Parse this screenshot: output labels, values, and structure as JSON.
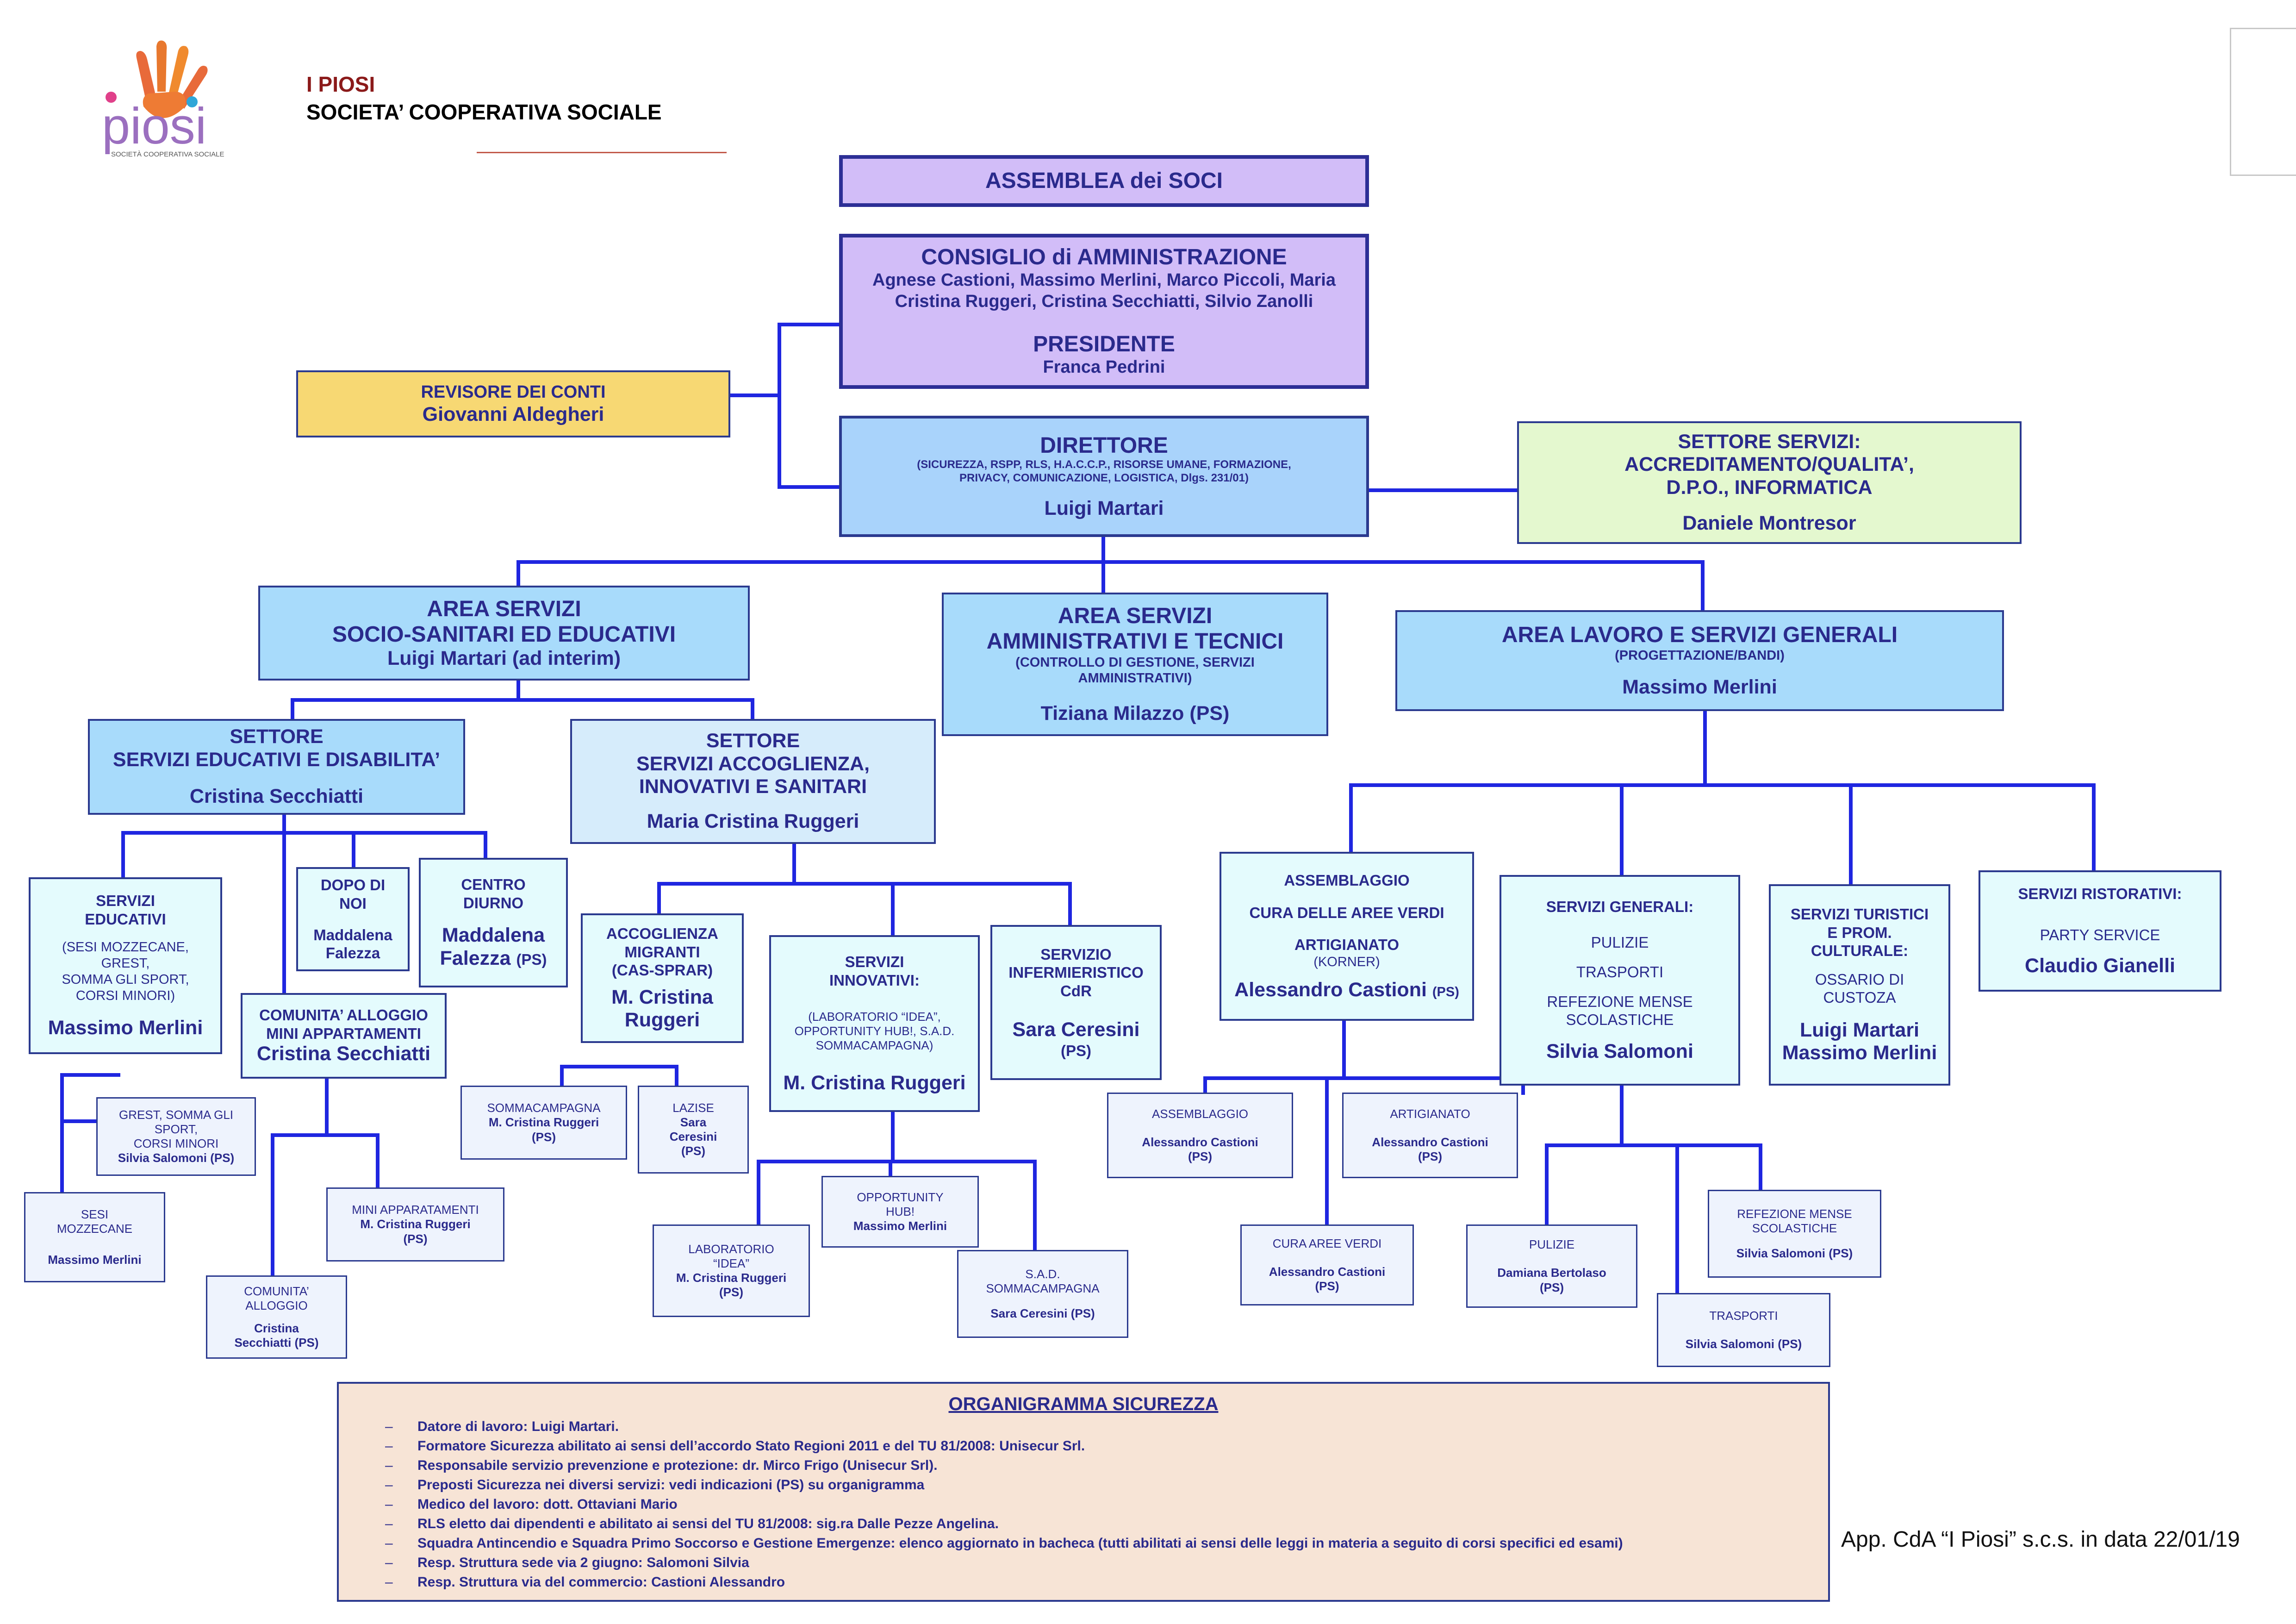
{
  "header": {
    "org_name": "I PIOSI",
    "org_type": "SOCIETA’ COOPERATIVA SOCIALE",
    "logo_text": "piosi",
    "logo_subtext": "SOCIETÀ COOPERATIVA SOCIALE"
  },
  "assemblea": {
    "title": "ASSEMBLEA dei SOCI"
  },
  "consiglio": {
    "title": "CONSIGLIO di AMMINISTRAZIONE",
    "members_line1": "Agnese Castioni, Massimo Merlini, Marco Piccoli, Maria",
    "members_line2": "Cristina Ruggeri, Cristina Secchiatti, Silvio Zanolli",
    "president_title": "PRESIDENTE",
    "president_name": "Franca Pedrini"
  },
  "revisore": {
    "title": "REVISORE DEI CONTI",
    "name": "Giovanni Aldegheri"
  },
  "direttore": {
    "title": "DIRETTORE",
    "scope_line1": "(SICUREZZA, RSPP, RLS, H.A.C.C.P., RISORSE UMANE, FORMAZIONE,",
    "scope_line2": "PRIVACY, COMUNICAZIONE, LOGISTICA, Dlgs. 231/01)",
    "name": "Luigi Martari"
  },
  "settore_servizi": {
    "line1": "SETTORE SERVIZI:",
    "line2": "ACCREDITAMENTO/QUALITA’,",
    "line3": "D.P.O., INFORMATICA",
    "name": "Daniele Montresor"
  },
  "area_socio": {
    "line1": "AREA SERVIZI",
    "line2": "SOCIO-SANITARI ED EDUCATIVI",
    "name": "Luigi Martari (ad interim)"
  },
  "area_amm": {
    "line1": "AREA SERVIZI",
    "line2": "AMMINISTRATIVI E TECNICI",
    "scope_line1": "(CONTROLLO DI GESTIONE, SERVIZI",
    "scope_line2": "AMMINISTRATIVI)",
    "name": "Tiziana Milazzo (PS)"
  },
  "area_lavoro": {
    "title": "AREA LAVORO E SERVIZI GENERALI",
    "scope": "(PROGETTAZIONE/BANDI)",
    "name": "Massimo Merlini"
  },
  "settore_edu": {
    "line1": "SETTORE",
    "line2": "SERVIZI EDUCATIVI E DISABILITA’",
    "name": "Cristina Secchiatti"
  },
  "settore_acc": {
    "line1": "SETTORE",
    "line2": "SERVIZI ACCOGLIENZA,",
    "line3": "INNOVATIVI E SANITARI",
    "name": "Maria Cristina Ruggeri"
  },
  "servizi_educativi": {
    "line1": "SERVIZI",
    "line2": "EDUCATIVI",
    "detail1": "(SESI MOZZECANE,",
    "detail2": "GREST,",
    "detail3": "SOMMA GLI SPORT,",
    "detail4": "CORSI MINORI)",
    "name": "Massimo Merlini"
  },
  "dopo_di_noi": {
    "line1": "DOPO DI",
    "line2": "NOI",
    "name1": "Maddalena",
    "name2": "Falezza"
  },
  "centro_diurno": {
    "line1": "CENTRO",
    "line2": "DIURNO",
    "name1": "Maddalena",
    "name2": "Falezza",
    "ps": "(PS)"
  },
  "comunita_alloggio": {
    "line1": "COMUNITA’ ALLOGGIO",
    "line2": "MINI APPARTAMENTI",
    "name": "Cristina Secchiatti"
  },
  "grest": {
    "line1": "GREST, SOMMA GLI",
    "line2": "SPORT,",
    "line3": "CORSI MINORI",
    "name": "Silvia Salomoni  (PS)"
  },
  "sesi": {
    "line1": "SESI",
    "line2": "MOZZECANE",
    "name": "Massimo Merlini"
  },
  "mini_app": {
    "line1": "MINI APPARATAMENTI",
    "name": "M. Cristina Ruggeri",
    "ps": "(PS)"
  },
  "comunita_small": {
    "line1": "COMUNITA’",
    "line2": "ALLOGGIO",
    "name1": "Cristina",
    "name2": "Secchiatti (PS)"
  },
  "accoglienza": {
    "line1": "ACCOGLIENZA",
    "line2": "MIGRANTI",
    "line3": "(CAS-SPRAR)",
    "name1": "M. Cristina",
    "name2": "Ruggeri"
  },
  "innovativi": {
    "line1": "SERVIZI",
    "line2": "INNOVATIVI:",
    "detail1": "(LABORATORIO “IDEA”,",
    "detail2": "OPPORTUNITY HUB!, S.A.D.",
    "detail3": "SOMMACAMPAGNA)",
    "name": "M. Cristina Ruggeri"
  },
  "infermieristico": {
    "line1": "SERVIZIO",
    "line2": "INFERMIERISTICO",
    "line3": "CdR",
    "name": "Sara Ceresini",
    "ps": "(PS)"
  },
  "sommacampagna": {
    "line1": "SOMMACAMPAGNA",
    "name": "M. Cristina Ruggeri",
    "ps": "(PS)"
  },
  "lazise": {
    "line1": "LAZISE",
    "name1": "Sara",
    "name2": "Ceresini",
    "ps": "(PS)"
  },
  "laboratorio": {
    "line1": "LABORATORIO",
    "line2": "“IDEA”",
    "name": "M. Cristina Ruggeri",
    "ps": "(PS)"
  },
  "opportunity": {
    "line1": "OPPORTUNITY",
    "line2": "HUB!",
    "name": "Massimo Merlini"
  },
  "sad": {
    "line1": "S.A.D.",
    "line2": "SOMMACAMPAGNA",
    "name": "Sara Ceresini (PS)"
  },
  "assemblaggio": {
    "line1": "ASSEMBLAGGIO",
    "line2": "CURA DELLE AREE VERDI",
    "line3": "ARTIGIANATO",
    "line4": "(KORNER)",
    "name": "Alessandro Castioni",
    "ps": "(PS)"
  },
  "assemblaggio_small": {
    "line1": "ASSEMBLAGGIO",
    "name": "Alessandro Castioni",
    "ps": "(PS)"
  },
  "artigianato_small": {
    "line1": "ARTIGIANATO",
    "name": "Alessandro Castioni",
    "ps": "(PS)"
  },
  "cura_aree": {
    "line1": "CURA AREE VERDI",
    "name": "Alessandro Castioni",
    "ps": "(PS)"
  },
  "servizi_generali": {
    "line1": "SERVIZI GENERALI:",
    "line2": "PULIZIE",
    "line3": "TRASPORTI",
    "line4": "REFEZIONE MENSE",
    "line5": "SCOLASTICHE",
    "name": "Silvia Salomoni"
  },
  "pulizie": {
    "line1": "PULIZIE",
    "name": "Damiana Bertolaso",
    "ps": "(PS)"
  },
  "refezione": {
    "line1": "REFEZIONE MENSE",
    "line2": "SCOLASTICHE",
    "name": "Silvia Salomoni (PS)"
  },
  "trasporti": {
    "line1": "TRASPORTI",
    "name": "Silvia Salomoni (PS)"
  },
  "turistici": {
    "line1": "SERVIZI TURISTICI",
    "line2": "E PROM.",
    "line3": "CULTURALE:",
    "line4": "OSSARIO DI",
    "line5": "CUSTOZA",
    "name1": "Luigi Martari",
    "name2": "Massimo Merlini"
  },
  "ristorativi": {
    "line1": "SERVIZI RISTORATIVI:",
    "line2": "PARTY SERVICE",
    "name": "Claudio Gianelli"
  },
  "sicurezza": {
    "title": "ORGANIGRAMMA SICUREZZA",
    "items": [
      "Datore di lavoro: Luigi Martari.",
      "Formatore Sicurezza abilitato ai sensi dell’accordo Stato Regioni 2011 e del TU 81/2008: Unisecur Srl.",
      "Responsabile servizio prevenzione e protezione: dr. Mirco Frigo (Unisecur Srl).",
      "Preposti Sicurezza nei diversi servizi: vedi indicazioni (PS) su organigramma",
      "Medico del lavoro: dott. Ottaviani Mario",
      "RLS eletto dai dipendenti e abilitato ai sensi del TU 81/2008: sig.ra Dalle Pezze Angelina.",
      "Squadra Antincendio e Squadra Primo Soccorso e Gestione Emergenze: elenco aggiornato in bacheca (tutti abilitati ai sensi delle leggi in materia a seguito di corsi specifici ed esami)",
      "Resp. Struttura sede via 2 giugno: Salomoni Silvia",
      "Resp. Struttura via del commercio: Castioni Alessandro"
    ]
  },
  "approval": "App. CdA “I Piosi” s.c.s. in data 22/01/19",
  "colors": {
    "connector": "#1f26e0",
    "border": "#2b3a8f",
    "text": "#2a2a8c",
    "org_name": "#8b1a1a",
    "purple": "#d2bdf8",
    "blue": "#a9d3fb",
    "yellow": "#f7d873",
    "green": "#e4f8cf",
    "cyan": "#e4fbfd",
    "peach": "#f7e4d6"
  }
}
